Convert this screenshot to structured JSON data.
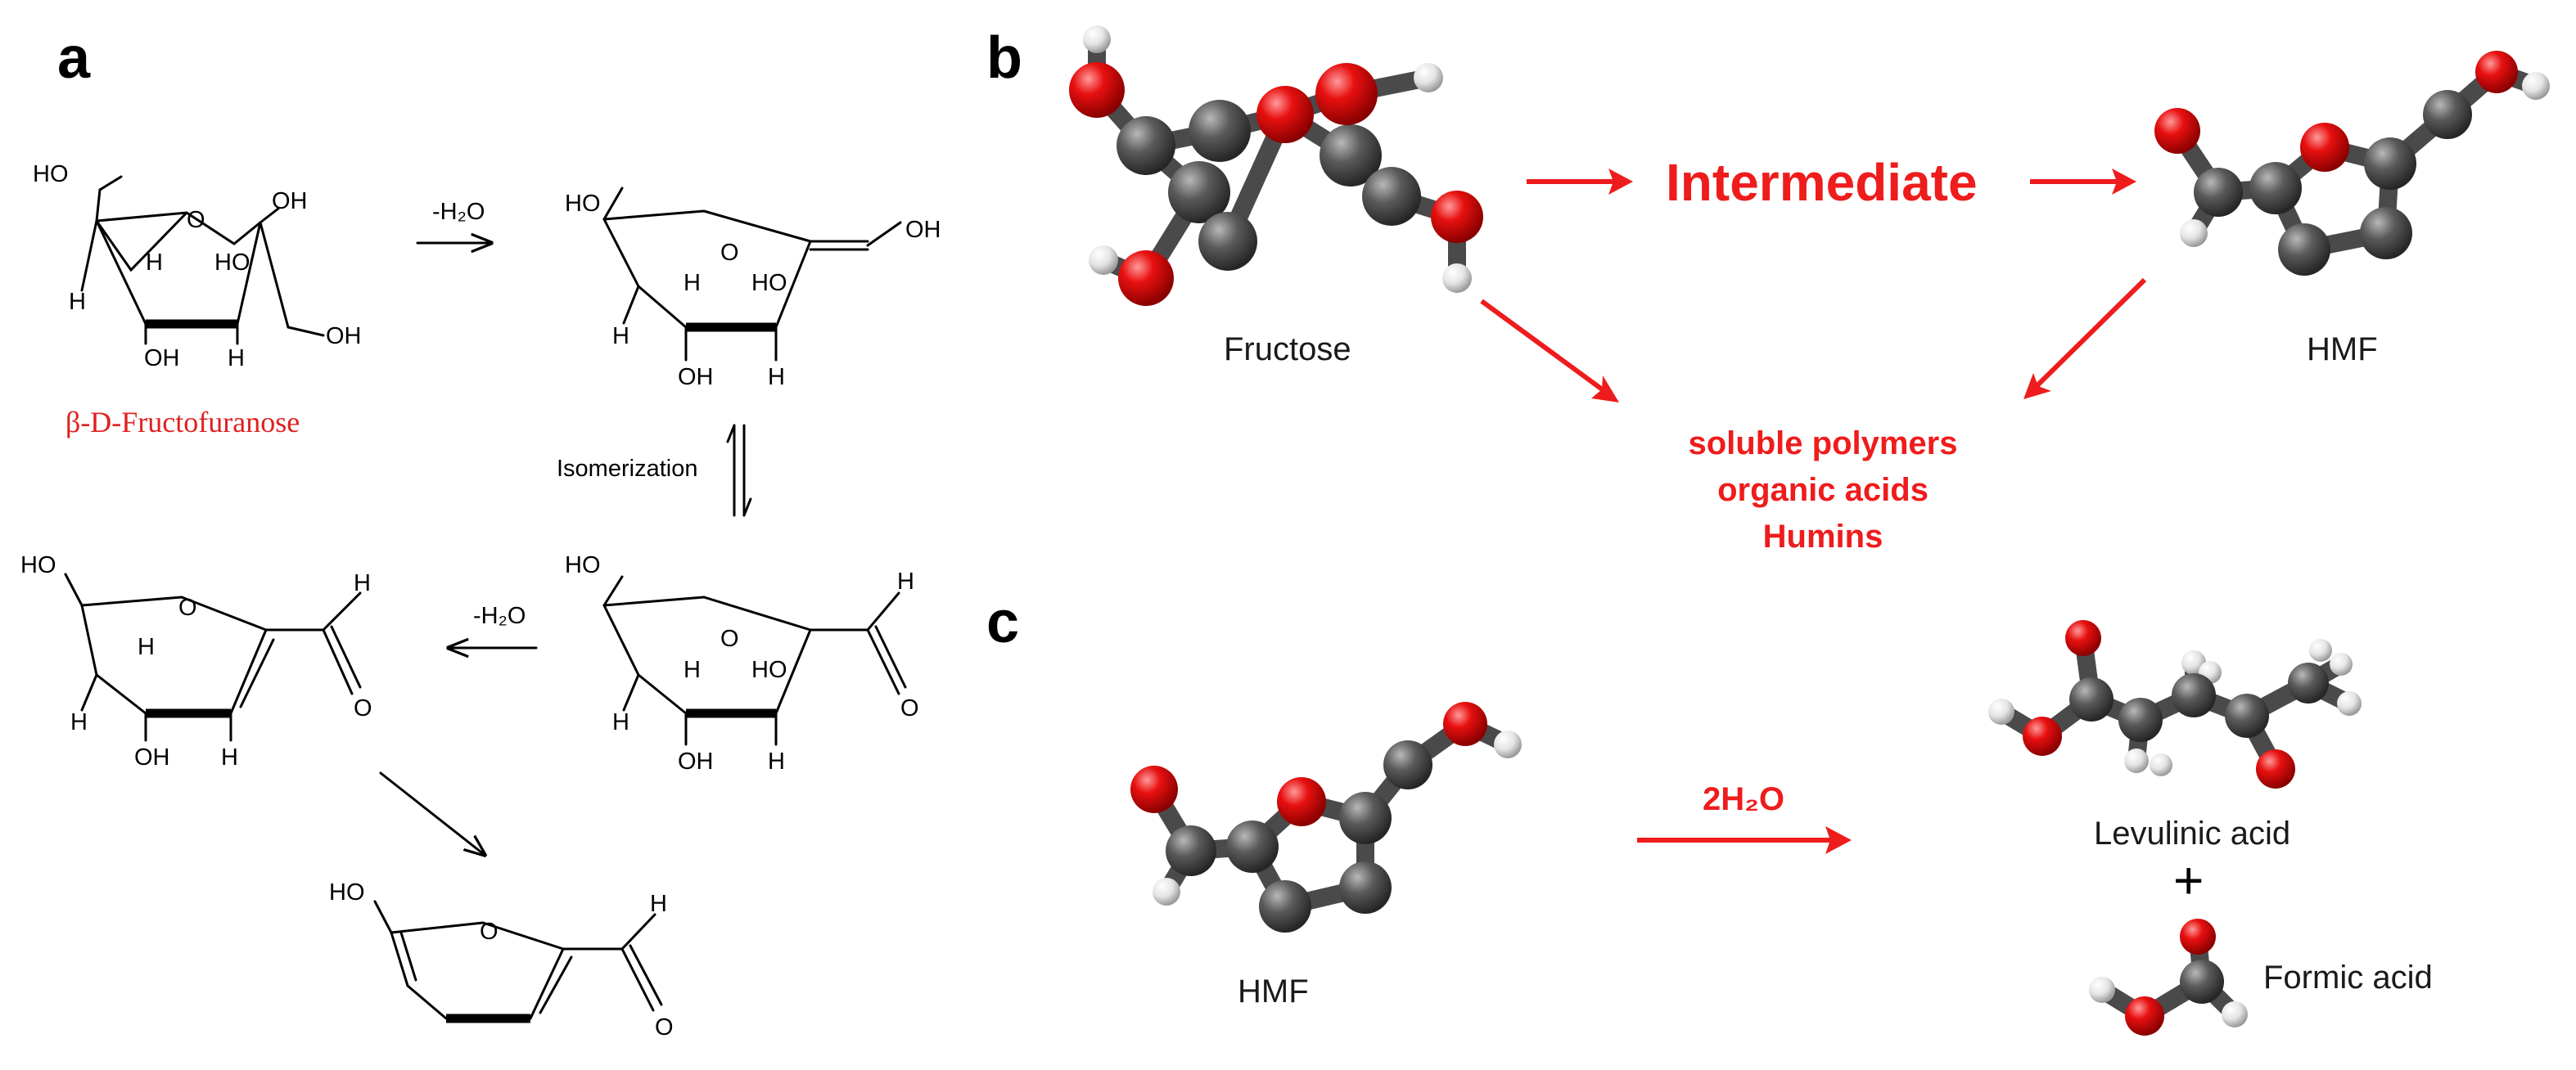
{
  "panels": {
    "a": {
      "letter": "a",
      "step1_label": "-H₂O",
      "step2_label": "Isomerization",
      "step3_label": "-H₂O",
      "fructofuranose_label": "β-D-Fructofuranose",
      "atoms": {
        "ho": "HO",
        "oh": "OH",
        "h": "H",
        "o": "O"
      }
    },
    "b": {
      "letter": "b",
      "fructose_label": "Fructose",
      "intermediate_label": "Intermediate",
      "hmf_label": "HMF",
      "byproducts": [
        "soluble polymers",
        "organic acids",
        "Humins"
      ]
    },
    "c": {
      "letter": "c",
      "hmf_label": "HMF",
      "reagent_label": "2H₂O",
      "levulinic_label": "Levulinic acid",
      "plus": "+",
      "formic_label": "Formic acid"
    }
  },
  "colors": {
    "red_accent": "#ee1c1c",
    "oxygen_red": "#e01010",
    "carbon_gray": "#4a4a4a",
    "hydrogen_white": "#e8e8e8"
  }
}
